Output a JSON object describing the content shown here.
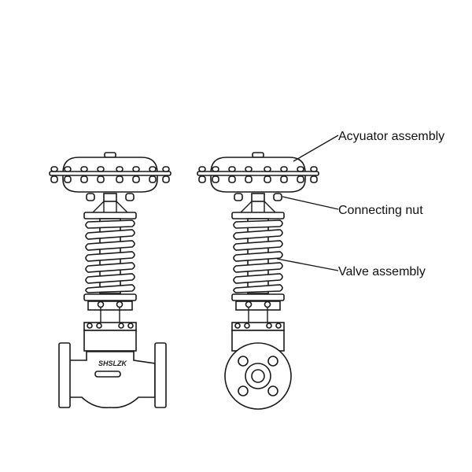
{
  "labels": {
    "actuator": "Acyuator assembly",
    "connecting_nut": "Connecting nut",
    "valve": "Valve assembly"
  },
  "body_logo": "SHSLZK",
  "colors": {
    "line": "#1a1a1a",
    "background": "#ffffff"
  }
}
